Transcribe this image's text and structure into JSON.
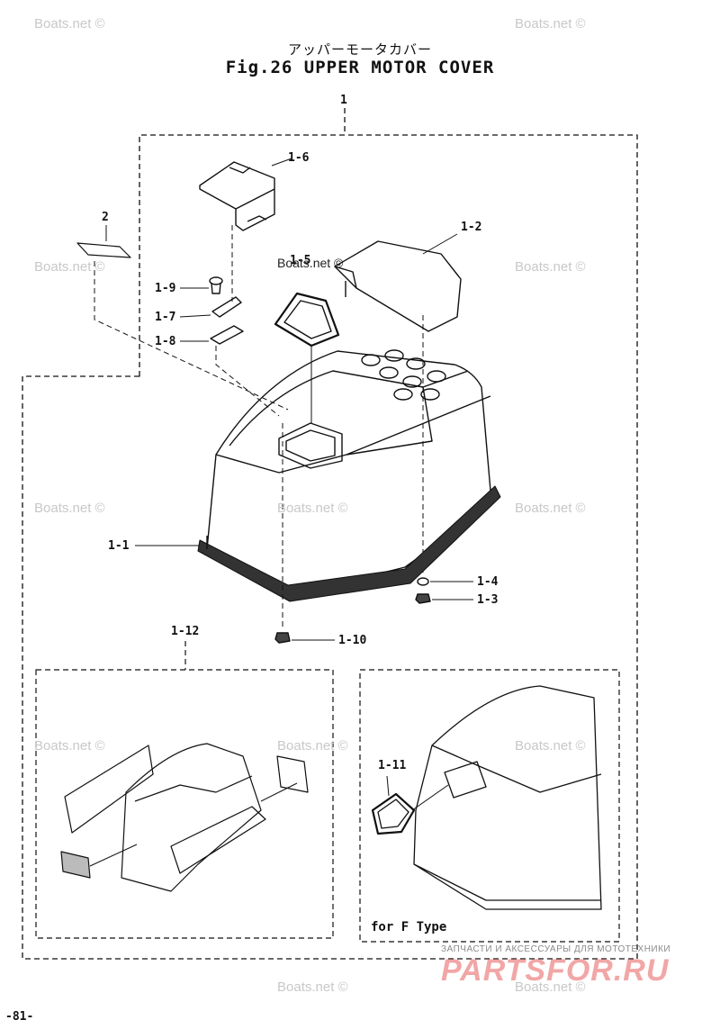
{
  "header": {
    "title_jp": "アッパーモータカバー",
    "title_en": "Fig.26 UPPER MOTOR COVER"
  },
  "callouts": {
    "c1": "1",
    "c2": "2",
    "c1_1": "1-1",
    "c1_2": "1-2",
    "c1_3": "1-3",
    "c1_4": "1-4",
    "c1_5": "1-5",
    "c1_6": "1-6",
    "c1_7": "1-7",
    "c1_8": "1-8",
    "c1_9": "1-9",
    "c1_10": "1-10",
    "c1_11": "1-11",
    "c1_12": "1-12"
  },
  "inset_note": "for F Type",
  "page_number": "-81-",
  "watermark": "Boats.net ©",
  "watermark_inline": "Boats.net ©",
  "footer": {
    "shop_tagline": "ЗАПЧАСТИ И АКСЕССУАРЫ ДЛЯ МОТОТЕХНИКИ",
    "shop_logo": "PARTSFOR.RU"
  },
  "colors": {
    "line": "#111111",
    "watermark": "#c8c8c8",
    "logo": "#f2a6a6"
  }
}
